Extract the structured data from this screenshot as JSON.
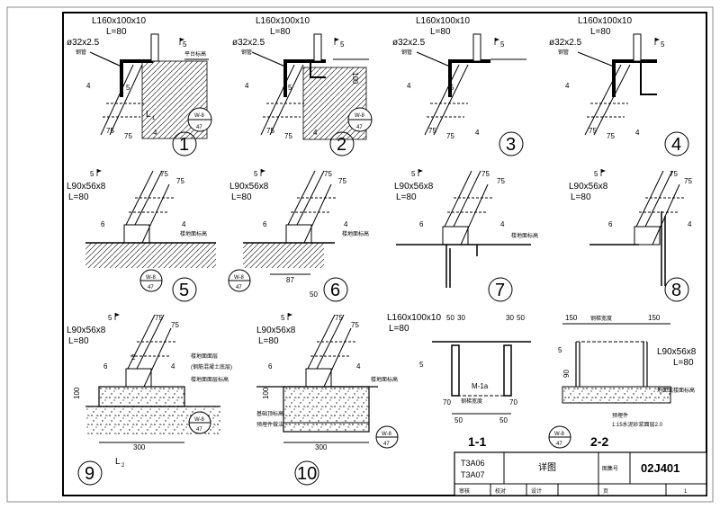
{
  "details": {
    "d1": {
      "angle": "L160x100x10",
      "length": "L=80",
      "pipe": "ø32x2.5",
      "pipe_sub": "钢管",
      "weld_top": "5",
      "weld_side": "4",
      "weld_mid": "5",
      "weld_bottom": "4",
      "dim_a": "75",
      "dim_b": "75",
      "note": "平台标高",
      "symbol": "L",
      "symbol_sub": "1",
      "ref_top": "W-8",
      "ref_bottom": "47",
      "number": "1"
    },
    "d2": {
      "angle": "L160x100x10",
      "length": "L=80",
      "pipe": "ø32x2.5",
      "pipe_sub": "钢管",
      "weld_top": "5",
      "weld_side": "4",
      "weld_mid": "5",
      "weld_bottom": "4",
      "dim_a": "75",
      "dim_b": "75",
      "dim_v": "100",
      "ref_top": "W-8",
      "ref_bottom": "47",
      "number": "2"
    },
    "d3": {
      "angle": "L160x100x10",
      "length": "L=80",
      "pipe": "ø32x2.5",
      "pipe_sub": "钢管",
      "weld_top": "5",
      "weld_side": "4",
      "weld_mid": "5",
      "weld_bottom": "4",
      "dim_a": "75",
      "dim_b": "75",
      "number": "3"
    },
    "d4": {
      "angle": "L160x100x10",
      "length": "L=80",
      "pipe": "ø32x2.5",
      "pipe_sub": "钢管",
      "weld_top": "5",
      "weld_side": "4",
      "weld_mid": "5",
      "weld_bottom": "4",
      "dim_a": "75",
      "dim_b": "75",
      "number": "4"
    },
    "d5": {
      "angle": "L90x56x8",
      "length": "L=80",
      "weld_top": "5",
      "weld_left": "6",
      "weld_right": "4",
      "dim_a": "75",
      "dim_b": "75",
      "note": "楼地面标高",
      "ref_top": "W-8",
      "ref_bottom": "47",
      "number": "5"
    },
    "d6": {
      "angle": "L90x56x8",
      "length": "L=80",
      "weld_top": "5",
      "weld_left": "6",
      "weld_right": "4",
      "dim_a": "75",
      "dim_b": "75",
      "note": "楼地面标高",
      "dim_w": "87",
      "dim_extra": "50",
      "ref_top": "W-8",
      "ref_bottom": "47",
      "number": "6"
    },
    "d7": {
      "angle": "L90x56x8",
      "length": "L=80",
      "weld_top": "5",
      "weld_left": "6",
      "weld_right": "4",
      "dim_a": "75",
      "dim_b": "75",
      "note": "楼地面标高",
      "number": "7"
    },
    "d8": {
      "angle": "L90x56x8",
      "length": "L=80",
      "weld_top": "5",
      "weld_left": "6",
      "weld_right": "4",
      "dim_a": "75",
      "dim_b": "75",
      "number": "8"
    },
    "d9": {
      "angle": "L90x56x8",
      "length": "L=80",
      "weld_top": "5",
      "weld_left": "6",
      "weld_right": "4",
      "weld_mid": "2",
      "dim_a": "75",
      "dim_b": "75",
      "note1": "楼地面面层",
      "note2": "(钢筋混凝土底层)",
      "note3": "楼地面面层标高",
      "dim_h": "100",
      "dim_w": "300",
      "symbol": "L",
      "symbol_sub": "2",
      "ref_top": "W-8",
      "ref_bottom": "47",
      "number": "9"
    },
    "d10": {
      "angle": "L90x56x8",
      "length": "L=80",
      "weld_top": "5",
      "weld_left": "6",
      "weld_right": "4",
      "dim_a": "75",
      "dim_b": "75",
      "note1": "楼地面标高",
      "note2": "基础顶标高",
      "note3": "预埋件做法",
      "dim_h": "100",
      "dim_w": "300",
      "ref_top": "W-8",
      "ref_bottom": "47",
      "number": "10"
    }
  },
  "section11": {
    "angle": "L160x100x10",
    "length": "L=80",
    "dim_tl": "50",
    "dim_tl2": "30",
    "dim_tr": "30",
    "dim_tr2": "50",
    "weld": "5",
    "plate": "M-1a",
    "width_label": "钢梯宽度",
    "dim_bl": "70",
    "dim_br": "70",
    "dim_b1": "50",
    "dim_b2": "50",
    "title": "1-1"
  },
  "section22": {
    "dim_l": "150",
    "dim_r": "150",
    "width_label": "钢梯宽度",
    "weld": "5",
    "angle": "L90x56x8",
    "length": "L=80",
    "dim_v": "90",
    "note1": "地面或楼面标高",
    "note2": "预埋件",
    "note3": "1:15水泥砂浆面层2.0",
    "ref_top": "W-8",
    "ref_bottom": "47",
    "title": "2-2"
  },
  "title_block": {
    "code1": "T3A06",
    "code2": "T3A07",
    "drawing_name": "详图",
    "label_atlas": "图集号",
    "atlas_number": "02J401",
    "label_review": "审核",
    "label_check": "校对",
    "label_design": "设计",
    "label_page": "页",
    "page": "1"
  }
}
